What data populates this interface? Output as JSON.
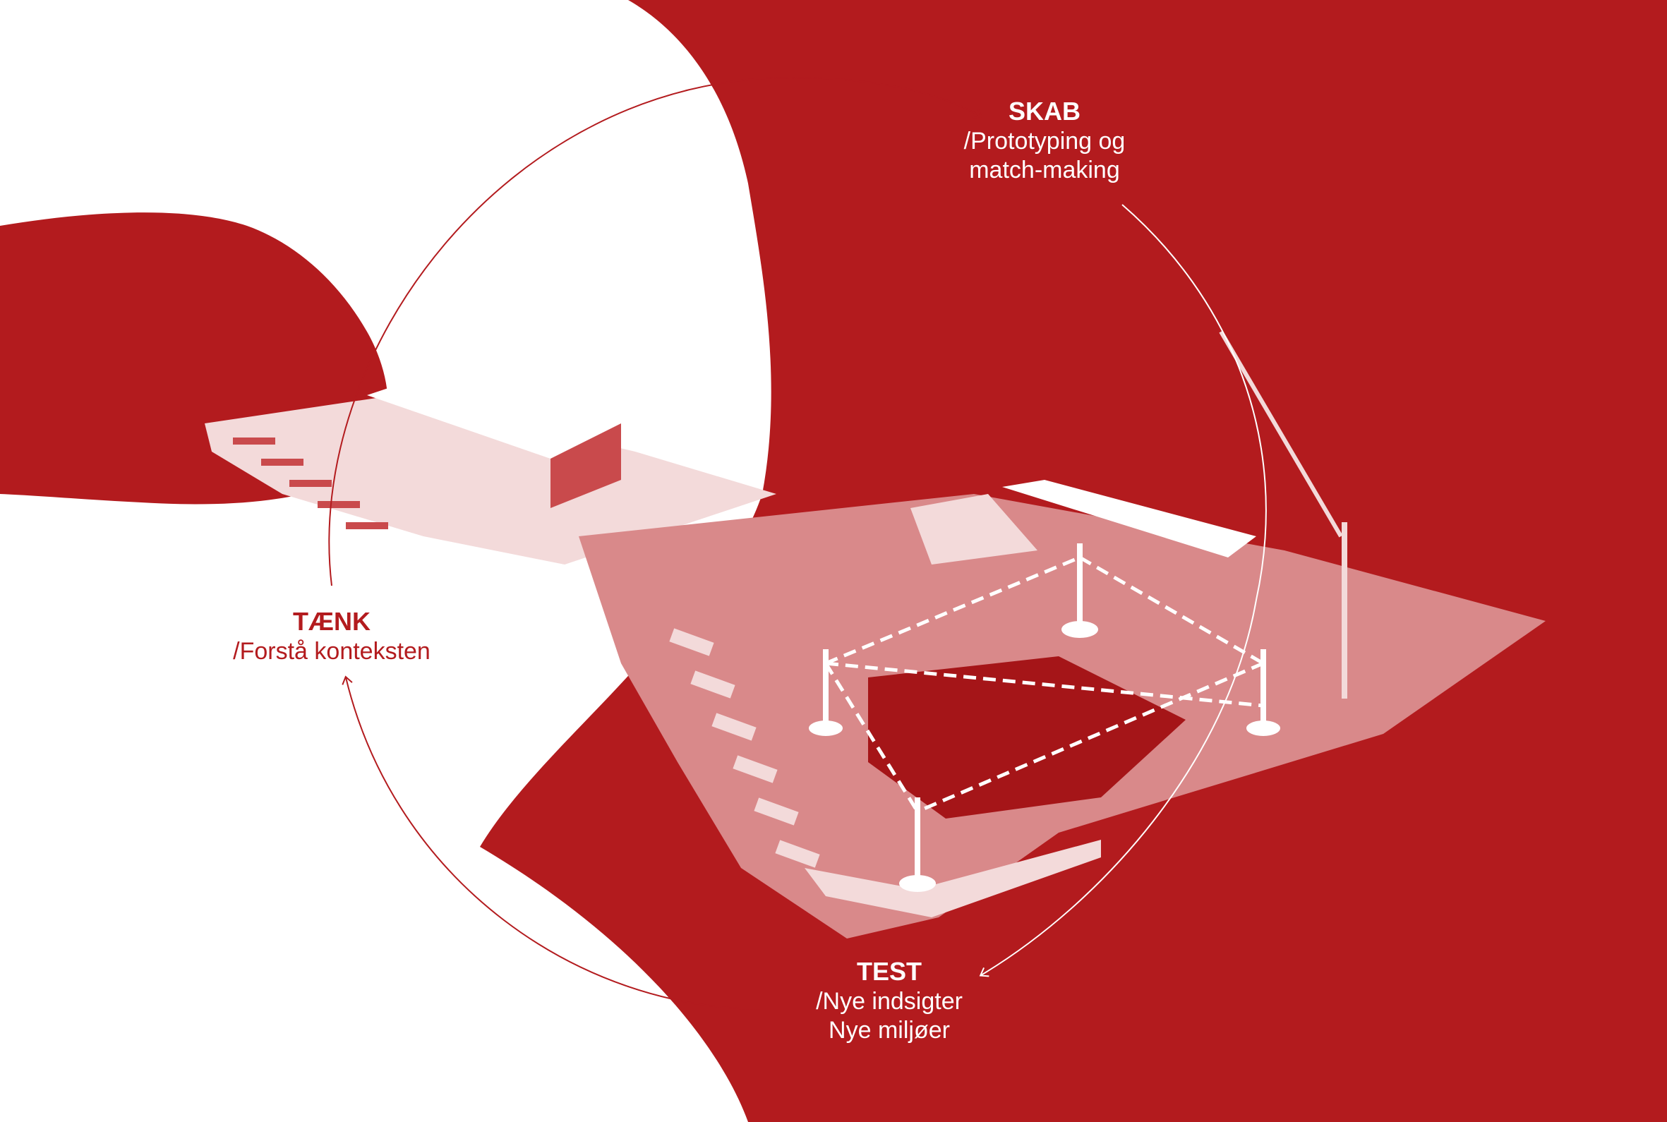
{
  "colors": {
    "brand_red": "#b31b1e",
    "background": "#ffffff",
    "site_light": "#f3dada"
  },
  "stages": {
    "skab": {
      "title": "SKAB",
      "line1": "/Prototyping og",
      "line2": "match-making"
    },
    "taenk": {
      "title": "TÆNK",
      "line1": "/Forstå konteksten"
    },
    "test": {
      "title": "TEST",
      "line1": "/Nye indsigter",
      "line2": "Nye miljøer"
    }
  },
  "icons": {
    "cycle": "circular-arrow-cycle",
    "site": "aerial-harbour-site-illustration",
    "turbine": "wind-turbine-icon"
  }
}
